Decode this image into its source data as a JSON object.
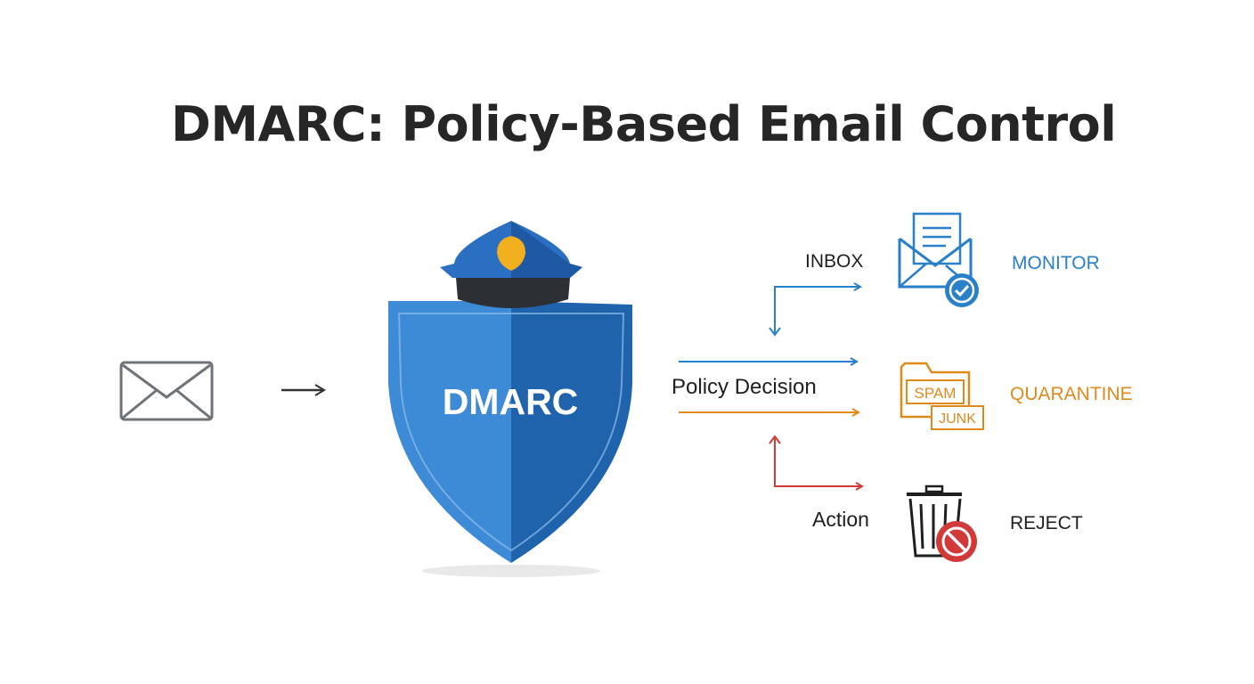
{
  "title": "DMARC: Policy-Based Email Control",
  "shield": {
    "label": "DMARC"
  },
  "flow": {
    "policy_decision": "Policy Decision",
    "inbox": "INBOX",
    "action": "Action"
  },
  "outcomes": [
    {
      "label": "MONITOR",
      "icon": "envelope-check-icon",
      "color": "#2a7fc9"
    },
    {
      "label": "QUARANTINE",
      "icon": "spam-junk-folder-icon",
      "color": "#e08a1e",
      "tags": [
        "SPAM",
        "JUNK"
      ]
    },
    {
      "label": "REJECT",
      "icon": "trash-blocked-icon",
      "color": "#1f1f1f"
    }
  ],
  "colors": {
    "shield_light": "#3d8ad6",
    "shield_dark": "#1f63ad",
    "monitor": "#2a7fc9",
    "quarantine": "#e08a1e",
    "reject": "#d23a3a",
    "badge": "#f2b01e"
  }
}
